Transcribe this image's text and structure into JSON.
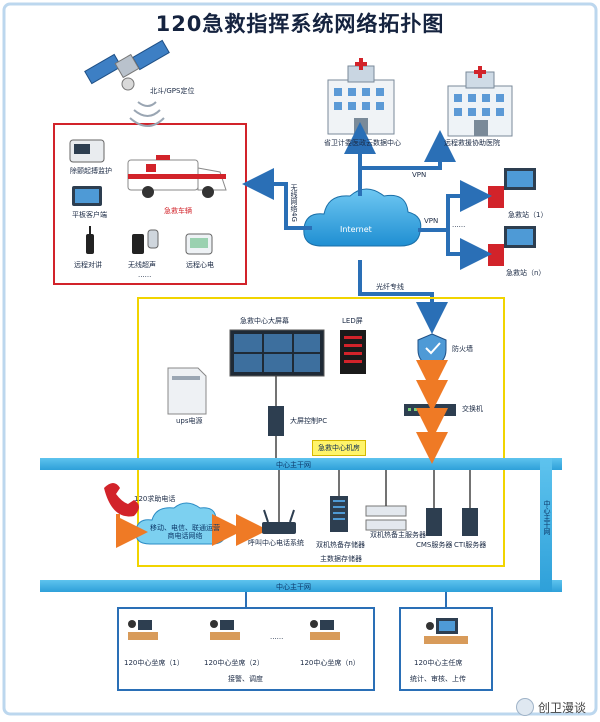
{
  "title": "120急救指挥系统网络拓扑图",
  "satellite_label": "北斗/GPS定位",
  "ambulance_box": {
    "vehicle_label": "急救车辆",
    "items": [
      "除颤起搏监护",
      "平板客户端",
      "远程对讲",
      "无线超声",
      "远程心电"
    ],
    "ellipsis": "......"
  },
  "wireless_label": "无线网络4G",
  "internet_label": "Internet",
  "vpn_label": "VPN",
  "hospitals": [
    "省卫计委医政云数据中心",
    "远程救援协助医院"
  ],
  "stations": [
    "急救站（1）",
    "急救站（n）"
  ],
  "stations_ellipsis": "......",
  "dedicated_line_label": "光纤专线",
  "center": {
    "big_screen_label": "急救中心大屏幕",
    "led_label": "LED屏",
    "ups_label": "ups电源",
    "screen_pc_label": "大屏控制PC",
    "firewall_label": "防火墙",
    "switch_label": "交换机",
    "room_label": "急救中心机房"
  },
  "main_net_label": "中心主干网",
  "main_net_label_bottom": "中心主干网",
  "side_net_label": "中心主干网",
  "call_label": "120求助电话",
  "telecom_label": "移动、电信、联通运营商电话网络",
  "call_system_label": "呼叫中心电话系统",
  "storage_label_1": "双机热备存储器",
  "storage_label_2": "主数据存储器",
  "server_main_label": "双机热备主服务器",
  "cms_label": "CMS服务器",
  "cti_label": "CTI服务器",
  "seats": [
    "120中心坐席（1）",
    "120中心坐席（2）",
    "120中心坐席（n）"
  ],
  "seats_ellipsis": "......",
  "seats_caption": "接警、调度",
  "director_seat": "120中心主任席",
  "director_caption": "统计、审核、上传",
  "watermark": "创卫漫谈",
  "colors": {
    "band": "#3fb4e6",
    "red_box": "#d2232a",
    "yellow_box": "#f1d400",
    "arrow_blue": "#2a6fb6",
    "arrow_orange": "#ef7a25",
    "frame": "#bcd7ee"
  }
}
